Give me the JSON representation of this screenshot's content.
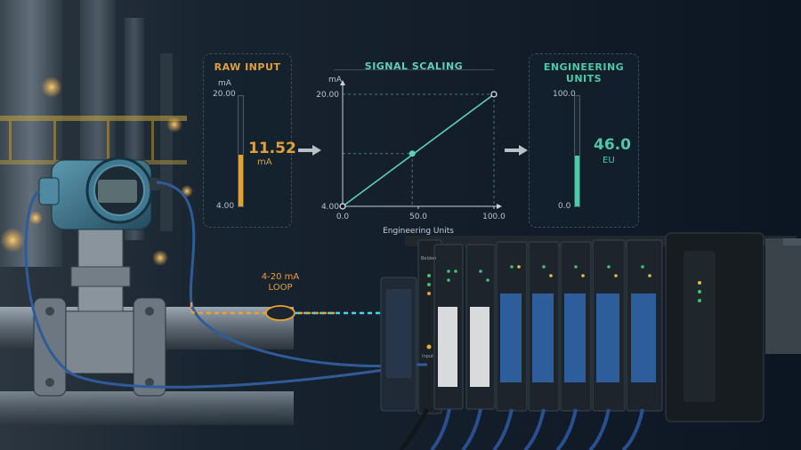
{
  "colors": {
    "raw": "#e0a03a",
    "scaling": "#5fd0b8",
    "engineering": "#4ec9a8",
    "loop": "#f0a030",
    "signal_out": "#3fd8e8"
  },
  "raw_input": {
    "title": "RAW INPUT",
    "unit_label": "mA",
    "max_label": "20.00",
    "min_label": "4.00",
    "value": "11.52",
    "value_unit": "mA",
    "min": 4,
    "max": 20,
    "reading": 11.52
  },
  "signal_scaling": {
    "title": "SIGNAL SCALING",
    "y_unit": "mA",
    "y_ticks": [
      "20.00",
      "4.00"
    ],
    "x_ticks": [
      "0.0",
      "50.0",
      "100.0"
    ],
    "xlabel": "Engineering Units"
  },
  "chart_data": {
    "type": "line",
    "title": "SIGNAL SCALING",
    "xlabel": "Engineering Units",
    "ylabel": "mA",
    "xlim": [
      0,
      100
    ],
    "ylim": [
      4,
      20
    ],
    "x": [
      0,
      100
    ],
    "y": [
      4,
      20
    ],
    "highlight_point": {
      "x": 46,
      "y": 11.52
    },
    "grid": false
  },
  "engineering_units": {
    "title": "ENGINEERING UNITS",
    "max_label": "100.0",
    "min_label": "0.0",
    "value": "46.0",
    "value_unit": "EU",
    "min": 0,
    "max": 100,
    "reading": 46
  },
  "loop_label": {
    "line1": "4-20 mA",
    "line2": "LOOP"
  },
  "plc": {
    "cpu_label": "Belden",
    "io_label": "Input"
  }
}
